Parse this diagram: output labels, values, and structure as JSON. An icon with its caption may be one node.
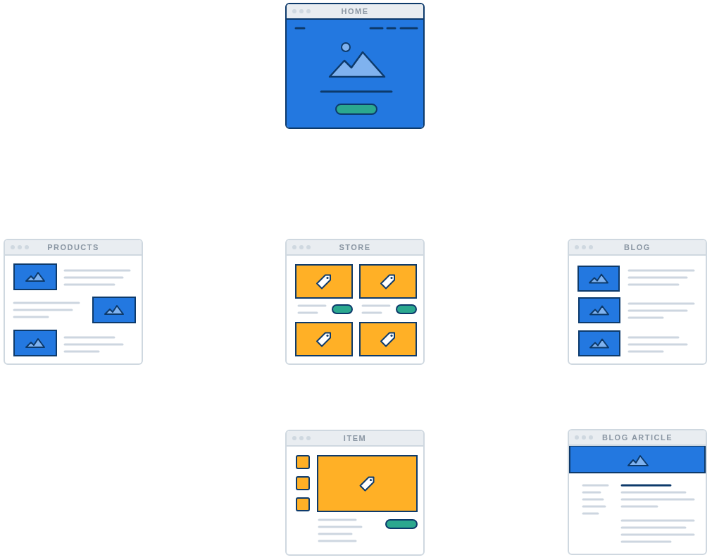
{
  "diagram": {
    "nodes": [
      {
        "text": [
          "HOME"
        ]
      },
      {
        "text": [
          "PRODUCTS"
        ]
      },
      {
        "text": [
          "STORE"
        ]
      },
      {
        "text": [
          "BLOG"
        ]
      },
      {
        "text": [
          "ITEM"
        ]
      },
      {
        "text": [
          "BLOG ARTICLE"
        ]
      }
    ]
  }
}
